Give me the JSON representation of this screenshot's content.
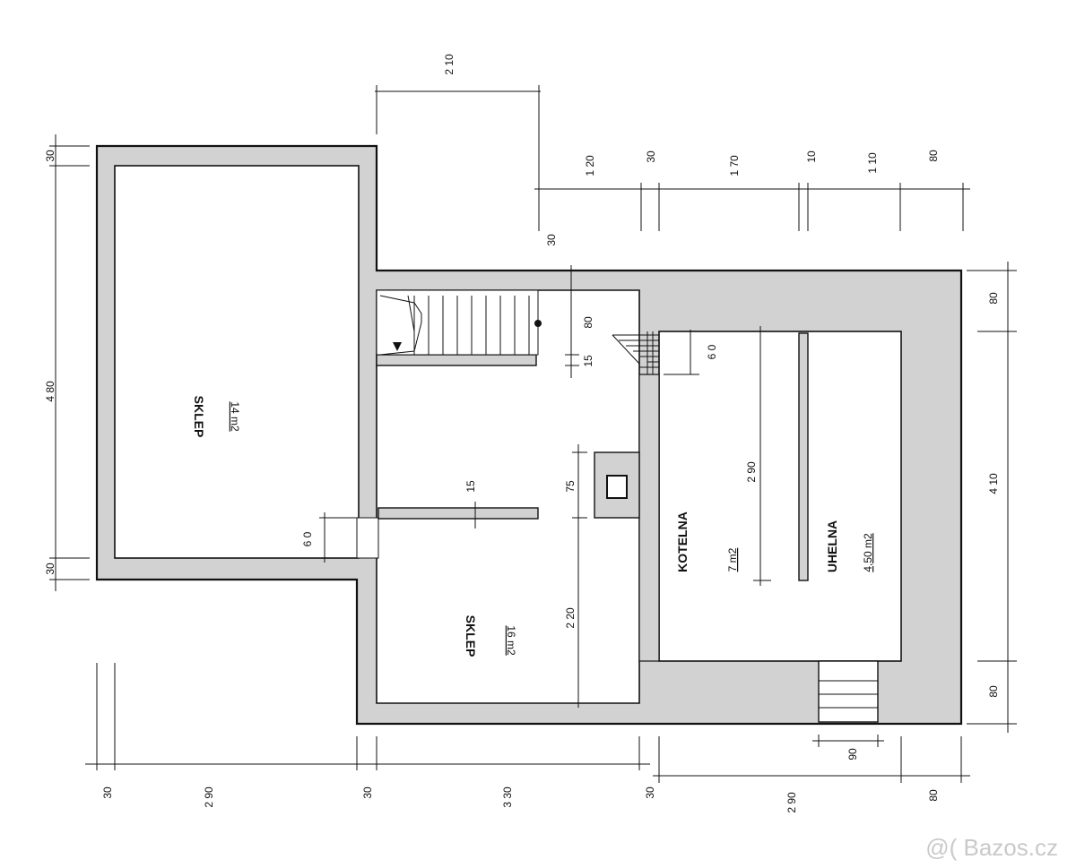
{
  "rooms": [
    {
      "name": "SKLEP",
      "area": "14 m2"
    },
    {
      "name": "SKLEP",
      "area": "16 m2"
    },
    {
      "name": "KOTELNA",
      "area": "7 m2"
    },
    {
      "name": "UHELNA",
      "area": "4,50 m2"
    }
  ],
  "dimensions": {
    "top_2_10": "2 10",
    "top_1_20": "1 20",
    "top_30": "30",
    "top_1_70": "1 70",
    "top_10": "10",
    "top_1_10": "1 10",
    "top_80": "80",
    "left_30_top": "30",
    "left_4_80": "4 80",
    "left_30_bottom": "30",
    "stair_30": "30",
    "stair_80": "80",
    "stair_15": "15",
    "hall_6_0": "6 0",
    "wall_15": "15",
    "chimney_75": "75",
    "hall_2_20": "2 20",
    "door_6_0": "6 0",
    "kotelna_2_90": "2 90",
    "right_80_top": "80",
    "right_4_10": "4 10",
    "right_80_bottom": "80",
    "steps_90": "90",
    "bottom_30_a": "30",
    "bottom_2_90_a": "2 90",
    "bottom_30_b": "30",
    "bottom_3_30": "3 30",
    "bottom_30_c": "30",
    "bottom_2_90_b": "2 90",
    "bottom_80": "80"
  },
  "watermark": "@( Bazos.cz"
}
